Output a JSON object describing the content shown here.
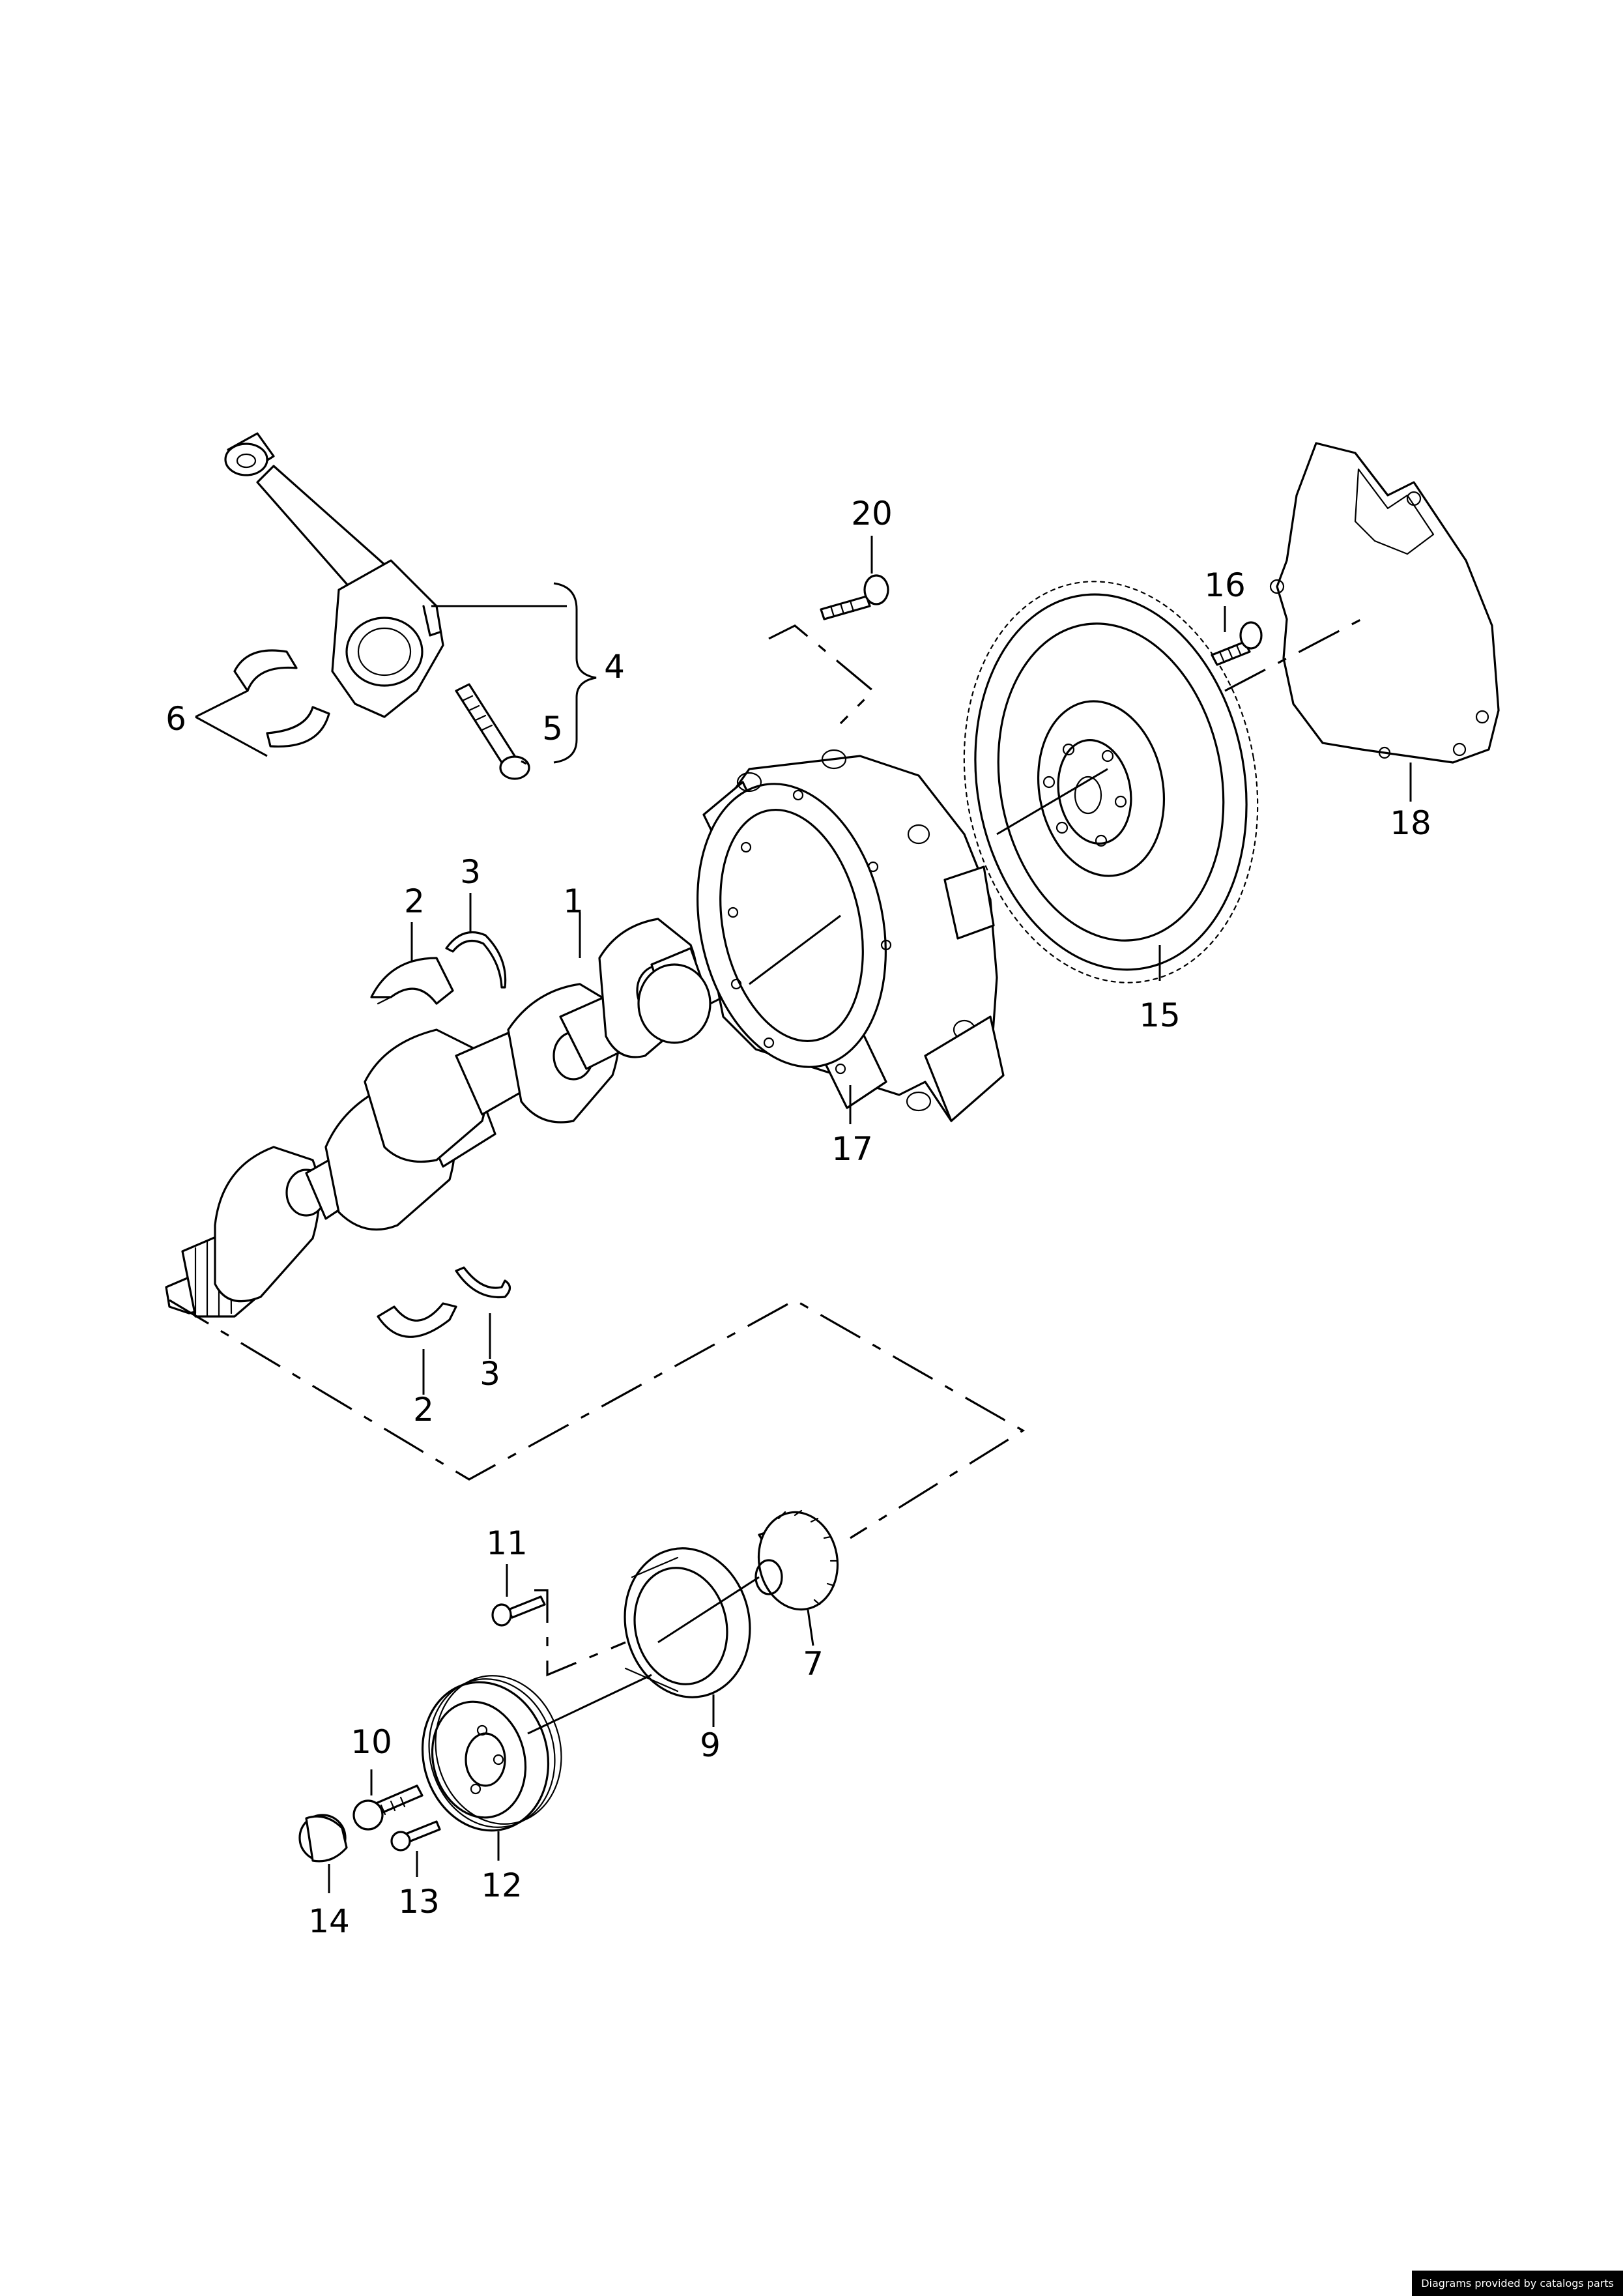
{
  "callouts": [
    {
      "id": "c1",
      "label": "1"
    },
    {
      "id": "c2a",
      "label": "2"
    },
    {
      "id": "c2b",
      "label": "2"
    },
    {
      "id": "c3a",
      "label": "3"
    },
    {
      "id": "c3b",
      "label": "3"
    },
    {
      "id": "c4",
      "label": "4"
    },
    {
      "id": "c5",
      "label": "5"
    },
    {
      "id": "c6",
      "label": "6"
    },
    {
      "id": "c7",
      "label": "7"
    },
    {
      "id": "c9",
      "label": "9"
    },
    {
      "id": "c10",
      "label": "10"
    },
    {
      "id": "c11",
      "label": "11"
    },
    {
      "id": "c12",
      "label": "12"
    },
    {
      "id": "c13",
      "label": "13"
    },
    {
      "id": "c14",
      "label": "14"
    },
    {
      "id": "c15",
      "label": "15"
    },
    {
      "id": "c16",
      "label": "16"
    },
    {
      "id": "c17",
      "label": "17"
    },
    {
      "id": "c18",
      "label": "18"
    },
    {
      "id": "c20",
      "label": "20"
    }
  ],
  "footer": {
    "credit": "Diagrams provided by catalogs parts"
  }
}
